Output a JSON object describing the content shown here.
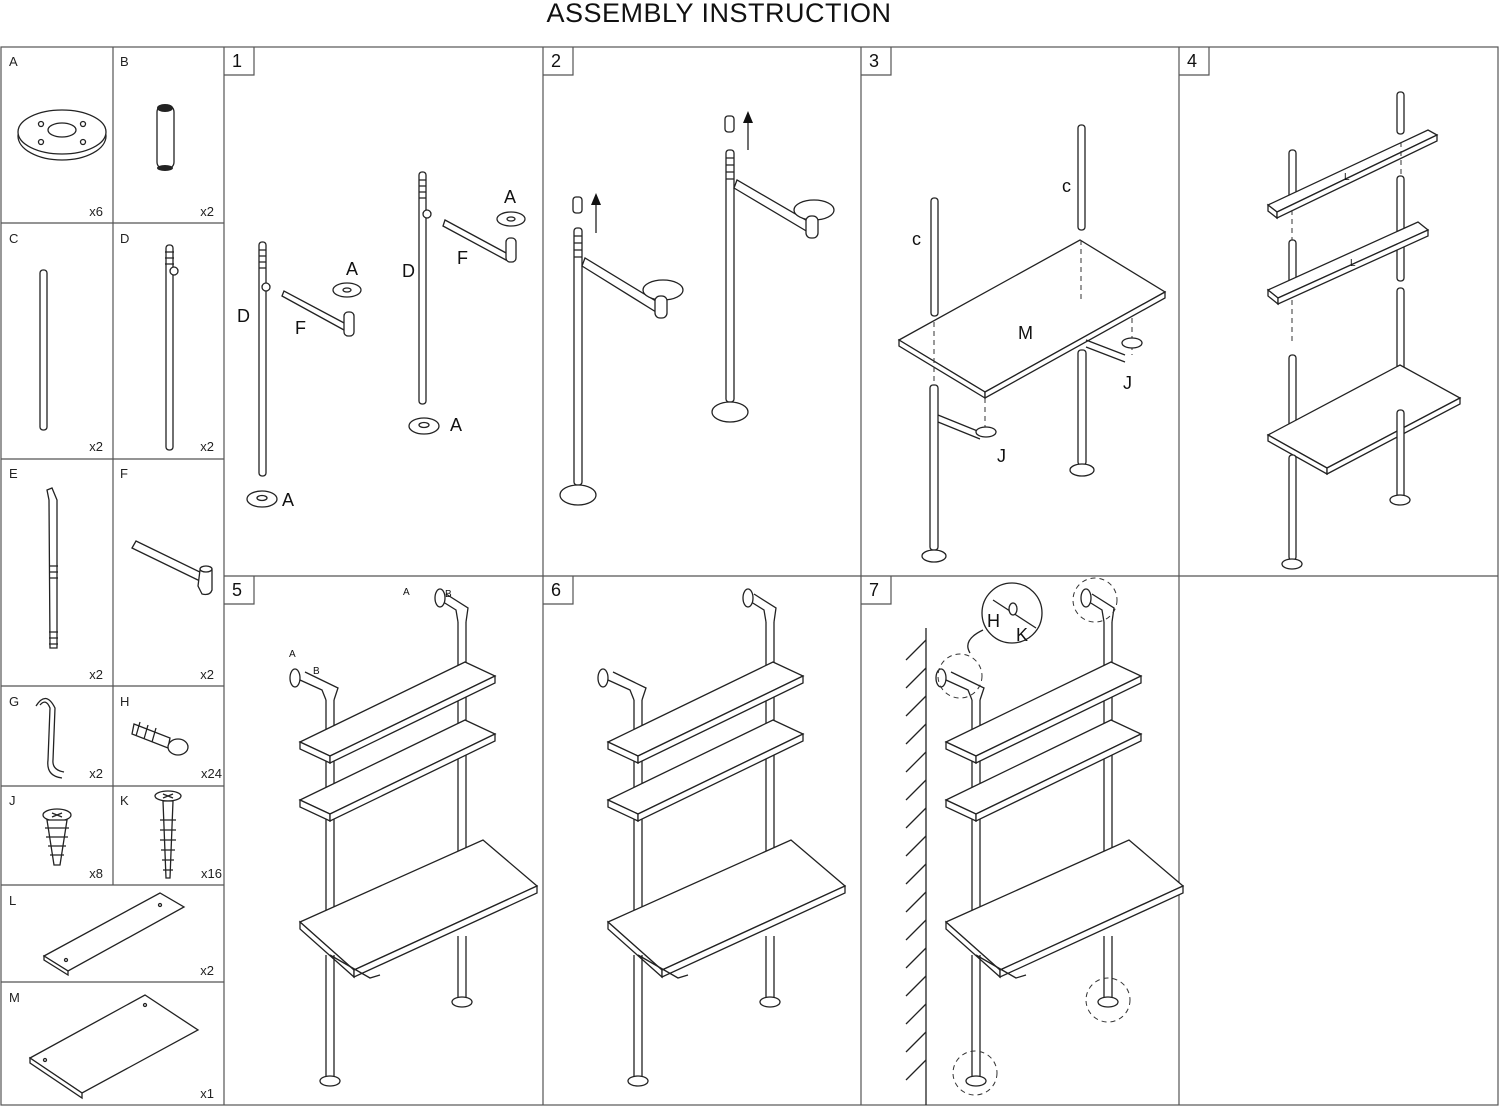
{
  "title": "ASSEMBLY   INSTRUCTION",
  "parts": [
    {
      "letter": "A",
      "qty": "x6"
    },
    {
      "letter": "B",
      "qty": "x2"
    },
    {
      "letter": "C",
      "qty": "x2"
    },
    {
      "letter": "D",
      "qty": "x2"
    },
    {
      "letter": "E",
      "qty": "x2"
    },
    {
      "letter": "F",
      "qty": "x2"
    },
    {
      "letter": "G",
      "qty": "x2"
    },
    {
      "letter": "H",
      "qty": "x24"
    },
    {
      "letter": "J",
      "qty": "x8"
    },
    {
      "letter": "K",
      "qty": "x16"
    },
    {
      "letter": "L",
      "qty": "x2"
    },
    {
      "letter": "M",
      "qty": "x1"
    }
  ],
  "steps": [
    "1",
    "2",
    "3",
    "4",
    "5",
    "6",
    "7"
  ],
  "callouts": {
    "step1": [
      "D",
      "F",
      "A",
      "A",
      "D",
      "F",
      "A",
      "A"
    ],
    "step3": [
      "c",
      "c",
      "M",
      "J",
      "J"
    ],
    "step4": [
      "L",
      "L"
    ],
    "step5": [
      "A",
      "B",
      "A",
      "B"
    ],
    "step7": [
      "H",
      "K"
    ]
  }
}
